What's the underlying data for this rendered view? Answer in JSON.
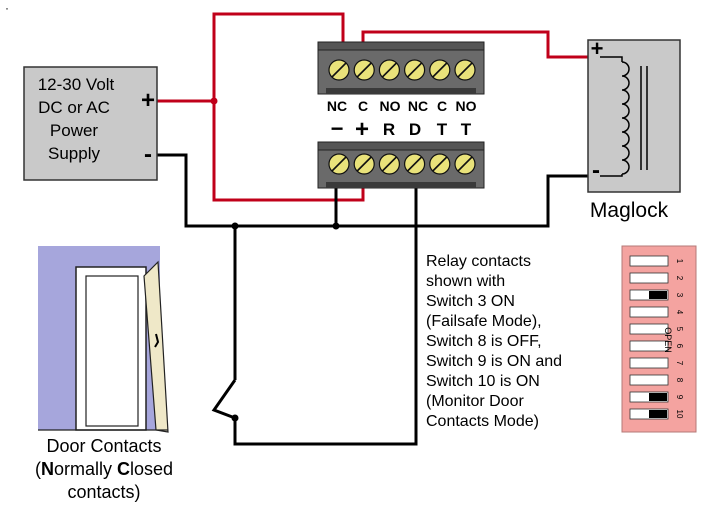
{
  "power_supply": {
    "lines": [
      "12-30 Volt",
      "DC or AC",
      "Power",
      "Supply"
    ],
    "plus": "+",
    "minus": "-"
  },
  "top_terminal": {
    "labels": [
      "NC",
      "C",
      "NO",
      "NC",
      "C",
      "NO"
    ]
  },
  "bottom_terminal": {
    "labels": [
      "−",
      "+",
      "R",
      "D",
      "T",
      "T"
    ]
  },
  "maglock": {
    "label": "Maglock",
    "plus": "+",
    "minus": "-"
  },
  "door": {
    "caption_line1": "Door Contacts",
    "caption_line2_parts": [
      "(",
      "N",
      "ormally ",
      "C",
      "losed"
    ],
    "caption_line3": "contacts)"
  },
  "relay_note": {
    "lines": [
      "Relay contacts",
      "shown with",
      "Switch 3 ON",
      "(Failsafe Mode),",
      "Switch 8 is OFF,",
      "Switch 9 is ON and",
      "Switch 10 is ON",
      "(Monitor Door",
      "Contacts Mode)"
    ]
  },
  "dip_switch": {
    "side_label": "OPEN",
    "switch_numbers": [
      "1",
      "2",
      "3",
      "4",
      "5",
      "6",
      "7",
      "8",
      "9",
      "10"
    ],
    "states": [
      "off",
      "off",
      "on",
      "off",
      "off",
      "off",
      "off",
      "off",
      "on",
      "on"
    ],
    "body_color": "#f4a3a0"
  },
  "colors": {
    "wire_red": "#c0001a",
    "wire_black": "#000000",
    "panel_gray": "#c9c9c9",
    "terminal_screw": "#e9e27a",
    "door_wall": "#a6a6dc",
    "door_leaf": "#efe8c8"
  },
  "corner_mark": "·"
}
